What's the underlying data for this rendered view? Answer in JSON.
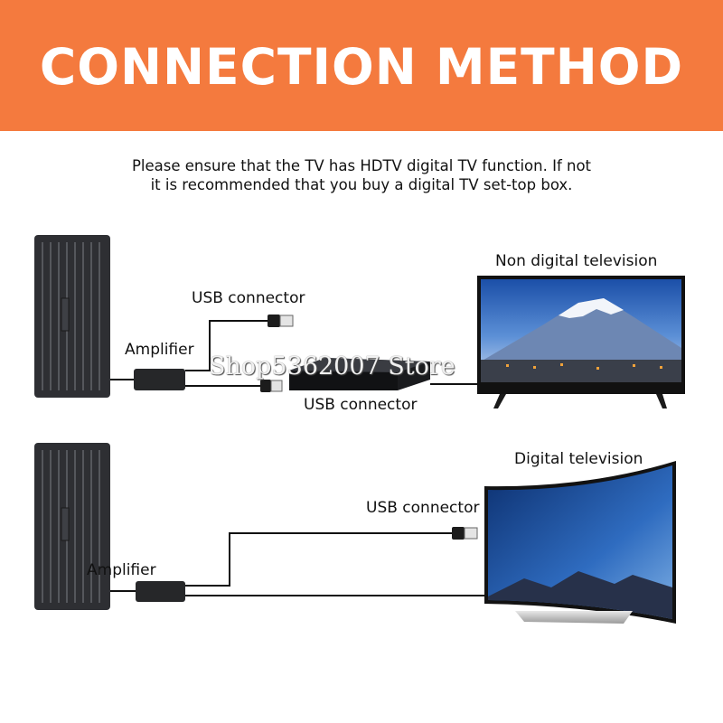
{
  "header": {
    "title": "CONNECTION METHOD",
    "color": "#f47a3e"
  },
  "intro": {
    "line1": "Please ensure that the TV has HDTV digital TV function. If not",
    "line2": "it is recommended that you buy a digital TV set-top box."
  },
  "scenario_top": {
    "tv_label": "Non digital television",
    "usb_label_upper": "USB connector",
    "usb_label_lower": "USB connector",
    "amplifier_label": "Amplifier"
  },
  "scenario_bottom": {
    "tv_label": "Digital television",
    "usb_label": "USB connector",
    "amplifier_label": "Amplifier"
  },
  "watermark": "Shop5362007 Store",
  "icons": [
    "antenna-icon",
    "amplifier-icon",
    "usb-plug-icon",
    "set-top-box-icon",
    "flat-tv-icon",
    "curved-tv-icon"
  ]
}
